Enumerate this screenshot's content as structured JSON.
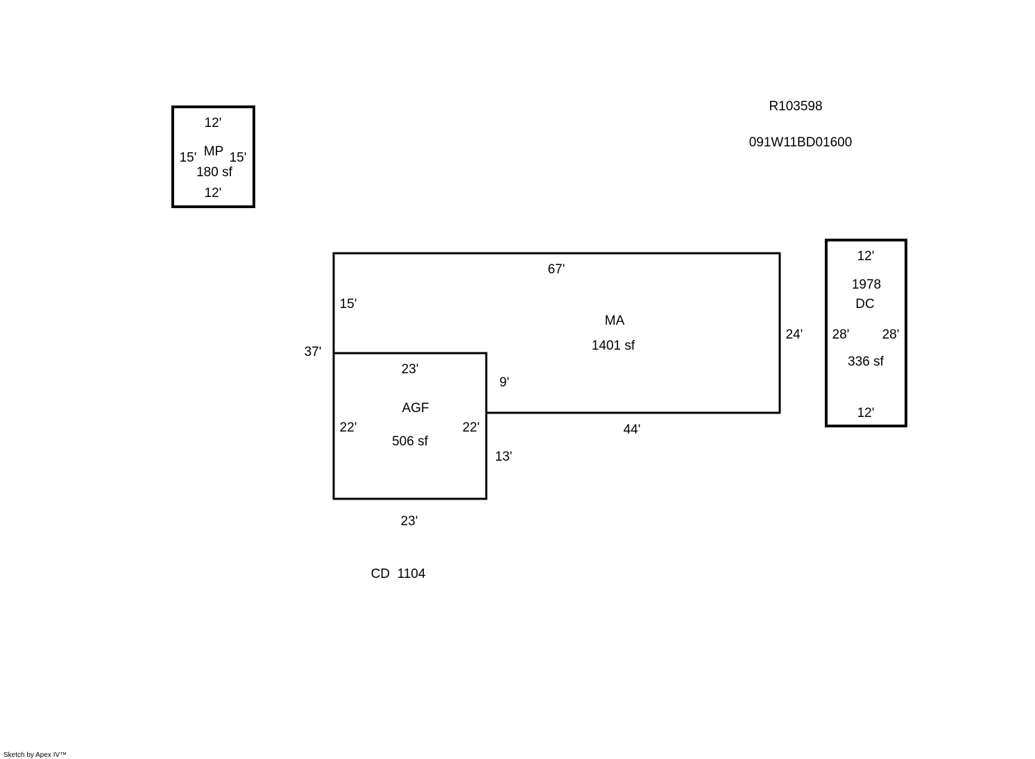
{
  "header": {
    "record_id": "R103598",
    "parcel_id": "091W11BD01600"
  },
  "areas": {
    "mp": {
      "code": "MP",
      "area": "180 sf",
      "top": "12'",
      "bottom": "12'",
      "left": "15'",
      "right": "15'"
    },
    "ma": {
      "code": "MA",
      "area": "1401 sf",
      "top": "67'",
      "left_upper": "15'",
      "left_total": "37'",
      "right": "24'",
      "bottom": "44'",
      "step": "9'"
    },
    "agf": {
      "code": "AGF",
      "area": "506 sf",
      "top": "23'",
      "bottom": "23'",
      "left": "22'",
      "right": "22'",
      "right_lower": "13'"
    },
    "dc": {
      "year": "1978",
      "code": "DC",
      "area": "336 sf",
      "top": "12'",
      "bottom": "12'",
      "left": "28'",
      "right": "28'"
    }
  },
  "footer": {
    "cd_label": "CD  1104",
    "credit": "Sketch by Apex IV™"
  }
}
